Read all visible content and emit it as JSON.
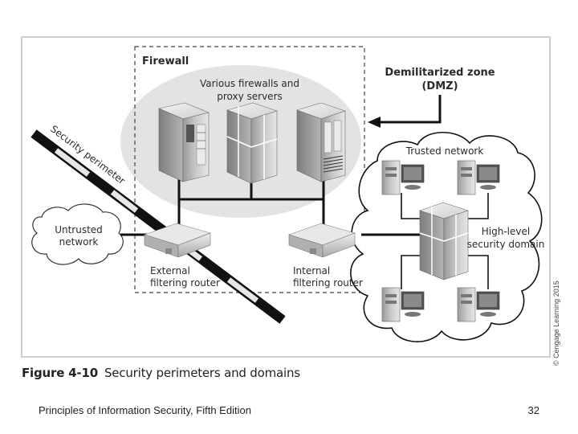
{
  "figure": {
    "labels": {
      "firewall": "Firewall",
      "various_firewalls_line1": "Various firewalls and",
      "various_firewalls_line2": "proxy servers",
      "dmz_line1": "Demilitarized zone",
      "dmz_line2": "(DMZ)",
      "security_perimeter": "Security perimeter",
      "untrusted_line1": "Untrusted",
      "untrusted_line2": "network",
      "external_router_line1": "External",
      "external_router_line2": "filtering router",
      "internal_router_line1": "Internal",
      "internal_router_line2": "filtering router",
      "trusted_network": "Trusted network",
      "high_level_line1": "High-level",
      "high_level_line2": "security domain"
    },
    "copyright": "© Cengage Learning 2015",
    "icons": [
      "server-icon",
      "router-icon",
      "workstation-icon",
      "cloud-icon",
      "arrow-left-icon"
    ]
  },
  "caption": {
    "figure_number": "Figure 4-10",
    "title": "Security perimeters and domains"
  },
  "footer": {
    "book_title": "Principles of Information Security, Fifth Edition",
    "page_number": "32"
  }
}
